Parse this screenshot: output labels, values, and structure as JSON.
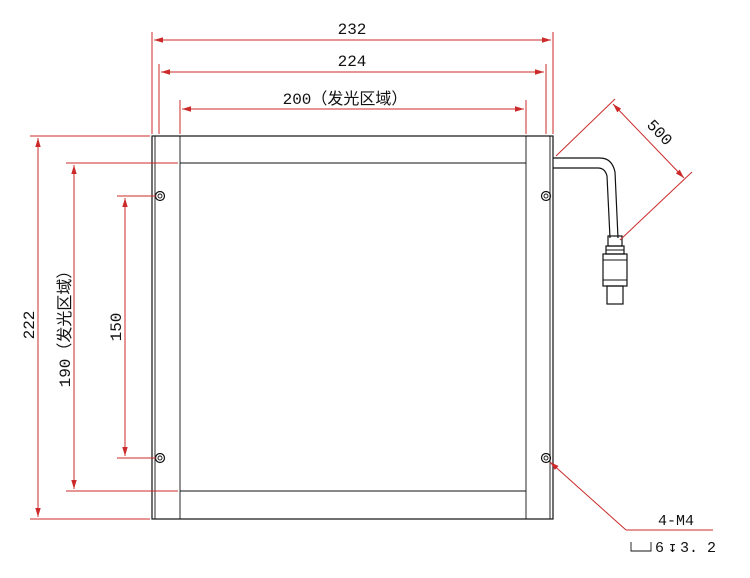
{
  "dimensions": {
    "width_outer": "232",
    "width_mid": "224",
    "width_light": "200（发光区域）",
    "height_outer": "222",
    "height_light": "190（发光区域）",
    "hole_spacing": "150",
    "cable_length": "500"
  },
  "callout": {
    "thread": "4-M4",
    "counterbore": "6",
    "depth_symbol": "↧",
    "depth": "3. 2"
  }
}
